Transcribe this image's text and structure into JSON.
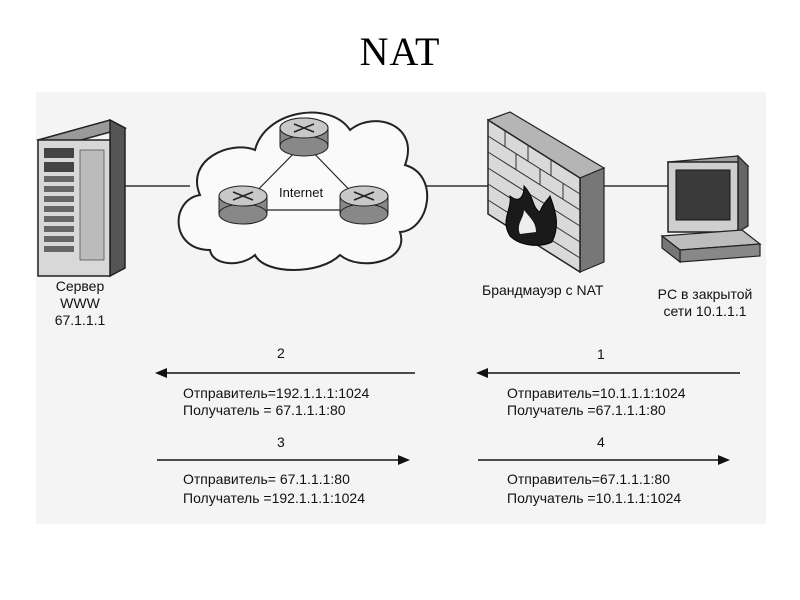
{
  "title": "NAT",
  "nodes": {
    "server": {
      "label_line1": "Сервер",
      "label_line2": "WWW",
      "label_line3": "67.1.1.1"
    },
    "internet": {
      "label": "Internet"
    },
    "firewall": {
      "label": "Брандмауэр с NAT"
    },
    "pc": {
      "label_line1": "PC в закрытой",
      "label_line2": "сети 10.1.1.1"
    }
  },
  "steps": [
    {
      "num": "1",
      "direction": "left",
      "sender": "Отправитель=10.1.1.1:1024",
      "receiver": "Получатель  =67.1.1.1:80"
    },
    {
      "num": "2",
      "direction": "left",
      "sender": "Отправитель=192.1.1.1:1024",
      "receiver": "Получатель  = 67.1.1.1:80"
    },
    {
      "num": "3",
      "direction": "right",
      "sender": "Отправитель= 67.1.1.1:80",
      "receiver": "Получатель  =192.1.1.1:1024"
    },
    {
      "num": "4",
      "direction": "right",
      "sender": "Отправитель=67.1.1.1:80",
      "receiver": "Получатель  =10.1.1.1:1024"
    }
  ]
}
